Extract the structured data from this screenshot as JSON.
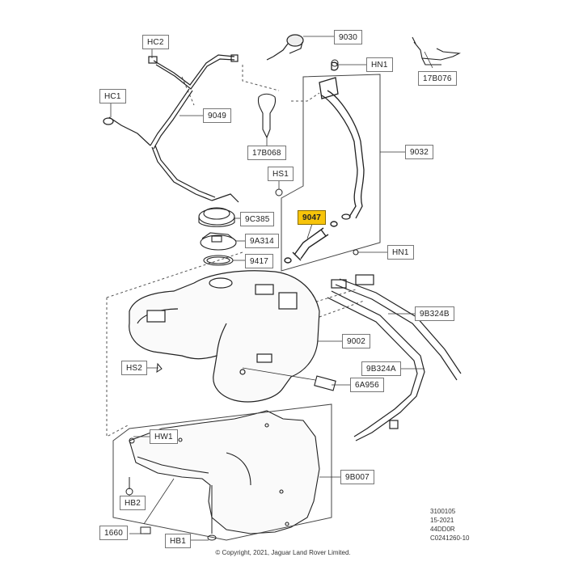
{
  "callouts": {
    "hc2": "HC2",
    "p9030": "9030",
    "hn1_top": "HN1",
    "p17b076": "17B076",
    "hc1": "HC1",
    "p9049": "9049",
    "p17b068": "17B068",
    "p9032": "9032",
    "hs1": "HS1",
    "p9047": "9047",
    "p9c385": "9C385",
    "p9a314": "9A314",
    "p9417": "9417",
    "hn1_bottom": "HN1",
    "p9b324b": "9B324B",
    "p9002": "9002",
    "hs2": "HS2",
    "p9b324a": "9B324A",
    "p6a956": "6A956",
    "hw1": "HW1",
    "p9b007": "9B007",
    "hb2": "HB2",
    "p1660": "1660",
    "hb1": "HB1"
  },
  "highlight_color": "#f7c40a",
  "meta_codes": [
    "3100105",
    "15-2021",
    "44DD0R",
    "C0241260-10"
  ],
  "copyright": "© Copyright, 2021, Jaguar Land Rover Limited."
}
